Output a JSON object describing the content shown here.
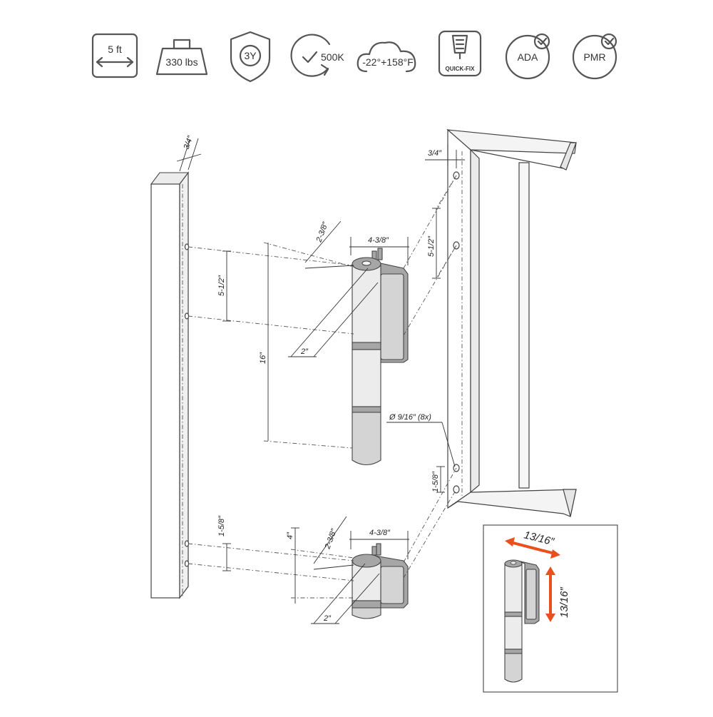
{
  "features": {
    "width": "5 ft",
    "weight": "330 lbs",
    "warranty": "3Y",
    "cycles": "500K",
    "temperature": "-22°+158°F",
    "quick_fix": "QUICK-FIX",
    "ada": "ADA",
    "pmr": "PMR"
  },
  "dimensions": {
    "post_thickness": "3/4″",
    "frame_thickness": "3/4″",
    "hinge_offset_top": "2-3/8″",
    "hinge_width_top": "4-3/8″",
    "hole_spacing_post": "5-1/2″",
    "hole_spacing_frame": "5-1/2″",
    "hinge_length": "16″",
    "pin_offset_top": "2″",
    "hole_diameter": "Ø 9/16″ (8x)",
    "bottom_hole_spacing_frame": "1-5/8″",
    "bottom_hole_spacing_post": "1-5/8″",
    "bottom_hinge_height": "4″",
    "hinge_offset_bottom": "2-3/8″",
    "hinge_width_bottom": "4-3/8″",
    "pin_offset_bottom": "2″",
    "inset_width": "13/16″",
    "inset_height": "13/16″"
  },
  "colors": {
    "accent": "#e8501e",
    "metal": "#d4d4d4",
    "line": "#444444"
  }
}
